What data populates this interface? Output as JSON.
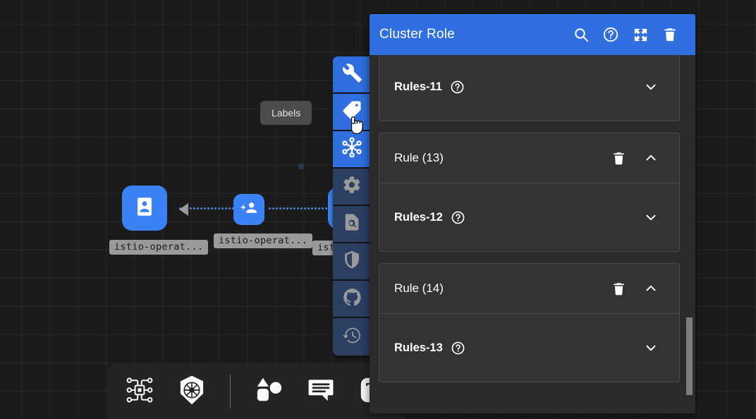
{
  "panel": {
    "title": "Cluster Role",
    "header_icons": [
      {
        "name": "search-icon",
        "label": "Search"
      },
      {
        "name": "help-icon",
        "label": "Help"
      },
      {
        "name": "fullscreen-icon",
        "label": "Fullscreen"
      },
      {
        "name": "delete-icon",
        "label": "Delete"
      }
    ],
    "accent_color": "#2f6fe0",
    "background_color": "#2b2b2b",
    "card_color": "#333333",
    "cards": [
      {
        "id": "rules-11",
        "kind": "rules",
        "label": "Rules-11",
        "has_help": true,
        "expanded": false,
        "chevron": "chevron-down-icon",
        "has_delete": false
      },
      {
        "id": "rule-13",
        "kind": "rule",
        "label": "Rule (13)",
        "has_help": false,
        "expanded": true,
        "chevron": "chevron-up-icon",
        "has_delete": true,
        "child": {
          "id": "rules-12",
          "label": "Rules-12",
          "has_help": true,
          "expanded": false,
          "chevron": "chevron-down-icon"
        }
      },
      {
        "id": "rule-14",
        "kind": "rule",
        "label": "Rule (14)",
        "has_help": false,
        "expanded": true,
        "chevron": "chevron-up-icon",
        "has_delete": true,
        "child": {
          "id": "rules-13",
          "label": "Rules-13",
          "has_help": true,
          "expanded": false,
          "chevron": "chevron-down-icon"
        }
      }
    ]
  },
  "tooltip": {
    "text": "Labels"
  },
  "vertical_toolbar": {
    "items": [
      {
        "name": "wrench-icon",
        "state": "active"
      },
      {
        "name": "tag-icon",
        "state": "active"
      },
      {
        "name": "topology-icon",
        "state": "active"
      },
      {
        "name": "gear-icon",
        "state": "dim"
      },
      {
        "name": "document-search-icon",
        "state": "dim"
      },
      {
        "name": "shield-icon",
        "state": "dim"
      },
      {
        "name": "github-icon",
        "state": "dim"
      },
      {
        "name": "history-icon",
        "state": "dim"
      }
    ]
  },
  "bottom_toolbar": {
    "items": [
      {
        "name": "chip-network-icon"
      },
      {
        "name": "kubernetes-icon"
      },
      {
        "name": "separator"
      },
      {
        "name": "shapes-icon"
      },
      {
        "name": "comment-icon"
      },
      {
        "name": "text-tool-icon"
      }
    ]
  },
  "graph": {
    "nodes": [
      {
        "id": "node-1",
        "icon": "id-badge-icon",
        "label": "istio-operat..."
      },
      {
        "id": "node-2",
        "icon": "add-people-icon",
        "label": "istio-operat..."
      },
      {
        "id": "node-3",
        "icon": "hidden-node",
        "label": "istio"
      }
    ]
  }
}
